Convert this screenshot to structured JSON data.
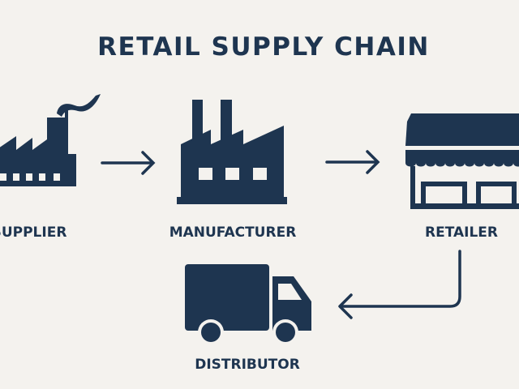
{
  "title": "RETAIL SUPPLY CHAIN",
  "colors": {
    "primary": "#1e3550",
    "background": "#f4f2ee"
  },
  "nodes": [
    {
      "id": "supplier",
      "label": "SUPPLIER",
      "icon": "factory-smoke-icon"
    },
    {
      "id": "manufacturer",
      "label": "MANUFACTURER",
      "icon": "factory-icon"
    },
    {
      "id": "retailer",
      "label": "RETAILER",
      "icon": "store-icon"
    },
    {
      "id": "distributor",
      "label": "DISTRIBUTOR",
      "icon": "truck-icon"
    }
  ],
  "edges": [
    {
      "from": "supplier",
      "to": "manufacturer"
    },
    {
      "from": "manufacturer",
      "to": "retailer"
    },
    {
      "from": "retailer",
      "to": "distributor"
    }
  ]
}
